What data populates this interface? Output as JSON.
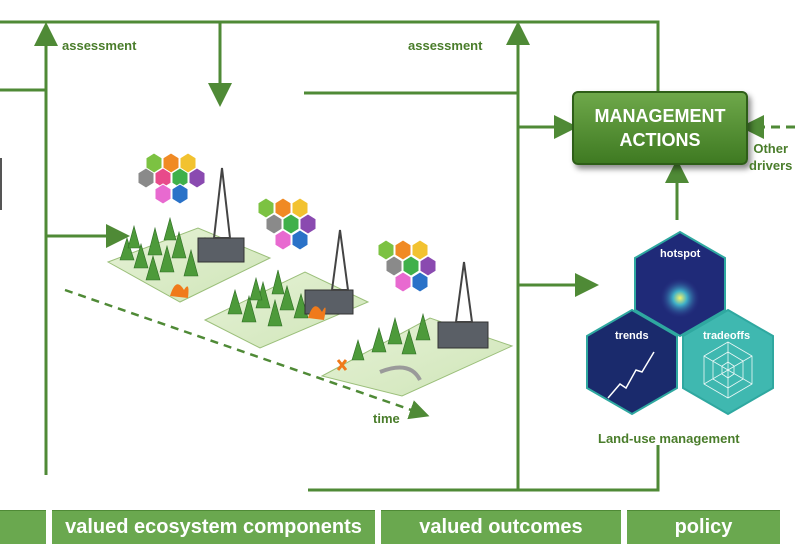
{
  "diagram": {
    "assessment_left": "assessment",
    "assessment_right": "assessment",
    "time_label": "time",
    "management_line1": "MANAGEMENT",
    "management_line2": "ACTIONS",
    "other_drivers_line1": "Other",
    "other_drivers_line2": "drivers",
    "hex_hotspot": "hotspot",
    "hex_trends": "trends",
    "hex_tradeoffs": "tradeoffs",
    "land_use_title": "Land-use management"
  },
  "footer_tabs": [
    {
      "label": ""
    },
    {
      "label": "valued ecosystem components"
    },
    {
      "label": "valued outcomes"
    },
    {
      "label": "policy"
    }
  ],
  "colors": {
    "green_line": "#4f8a36",
    "green_text": "#4a7d2b",
    "tab_fill": "#6aa84f",
    "hex_navy": "#1a2a6c",
    "hex_teal": "#3fb8b0"
  }
}
